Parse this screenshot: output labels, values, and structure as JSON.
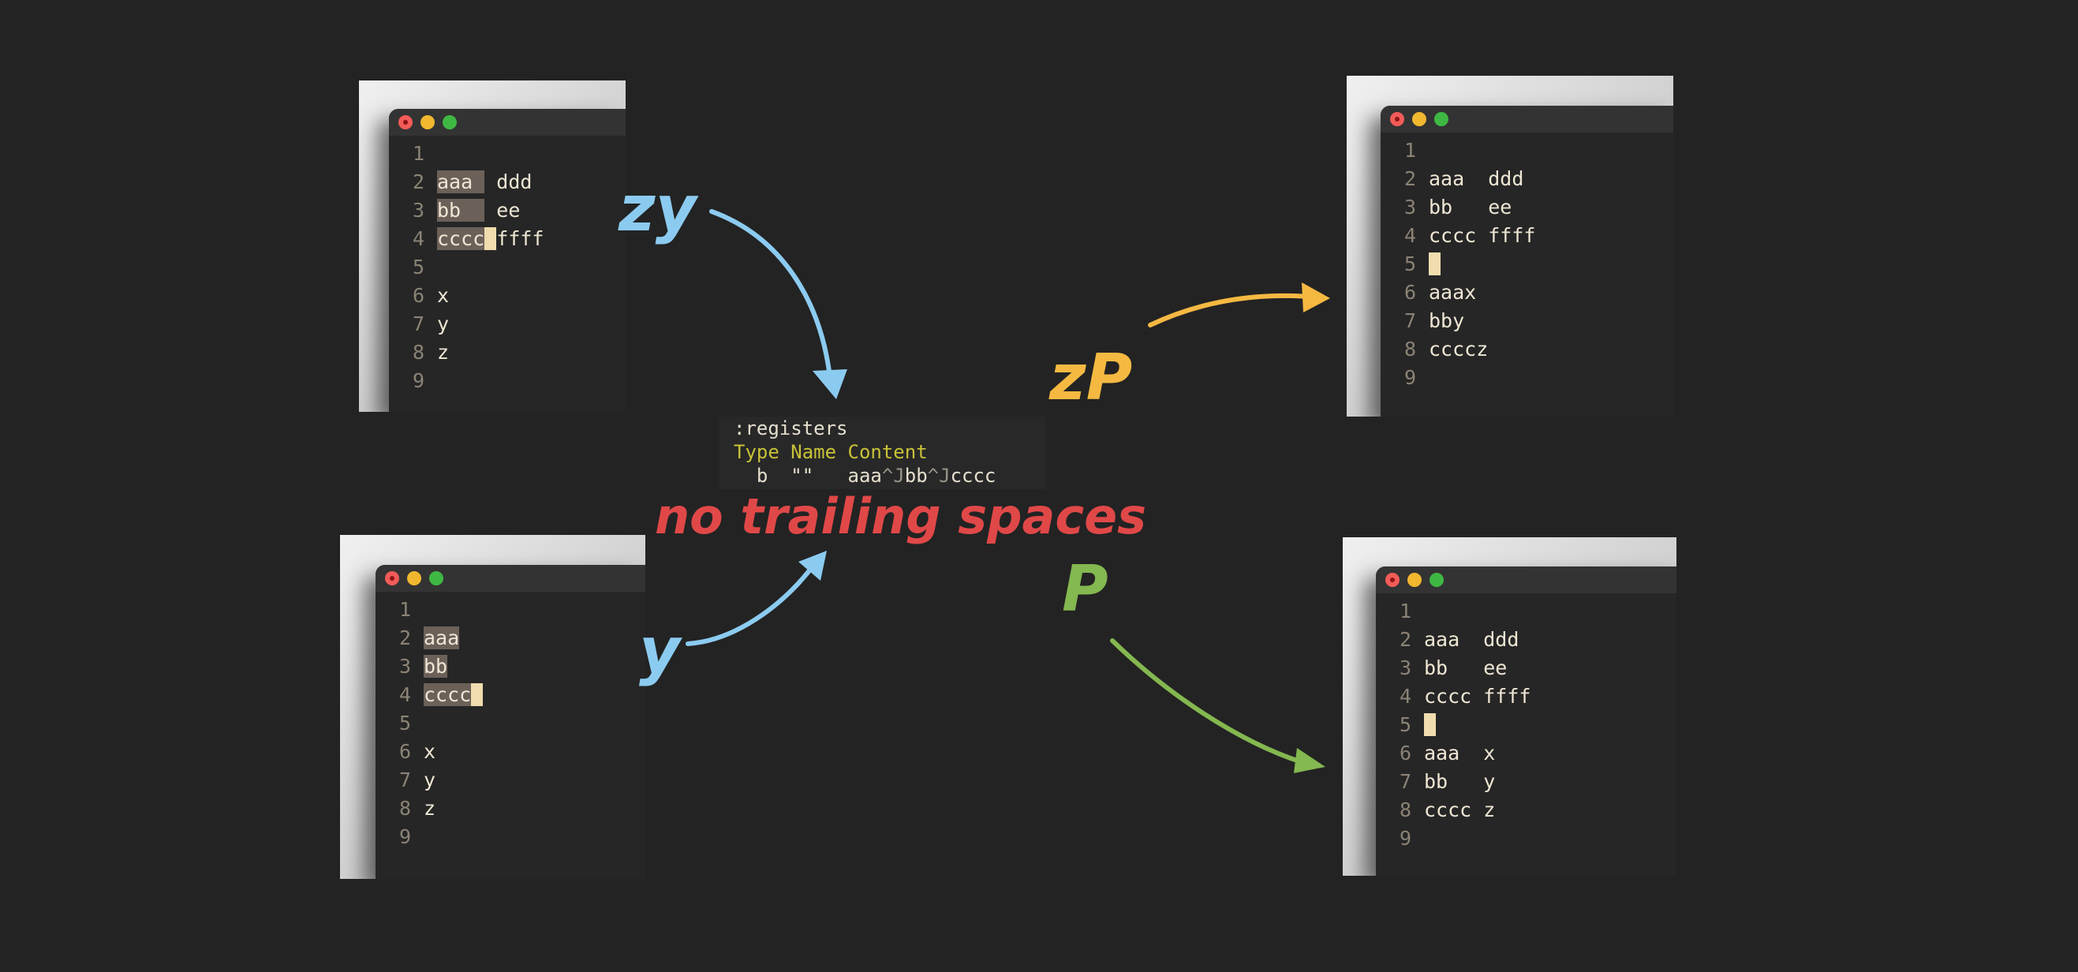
{
  "windows": [
    {
      "id": "top-left",
      "lines": [
        {
          "n": "1",
          "segs": []
        },
        {
          "n": "2",
          "segs": [
            {
              "t": "aaa ",
              "s": "hl"
            },
            {
              "t": " ddd",
              "s": "txt"
            }
          ]
        },
        {
          "n": "3",
          "segs": [
            {
              "t": "bb  ",
              "s": "hl"
            },
            {
              "t": " ee",
              "s": "txt"
            }
          ]
        },
        {
          "n": "4",
          "segs": [
            {
              "t": "cccc",
              "s": "hl"
            },
            {
              "t": " ",
              "s": "cur"
            },
            {
              "t": "ffff",
              "s": "txt"
            }
          ]
        },
        {
          "n": "5",
          "segs": []
        },
        {
          "n": "6",
          "segs": [
            {
              "t": "x",
              "s": "txt"
            }
          ]
        },
        {
          "n": "7",
          "segs": [
            {
              "t": "y",
              "s": "txt"
            }
          ]
        },
        {
          "n": "8",
          "segs": [
            {
              "t": "z",
              "s": "txt"
            }
          ]
        },
        {
          "n": "9",
          "segs": []
        }
      ]
    },
    {
      "id": "bottom-left",
      "lines": [
        {
          "n": "1",
          "segs": []
        },
        {
          "n": "2",
          "segs": [
            {
              "t": "aaa",
              "s": "hl"
            }
          ]
        },
        {
          "n": "3",
          "segs": [
            {
              "t": "bb",
              "s": "hl"
            }
          ]
        },
        {
          "n": "4",
          "segs": [
            {
              "t": "cccc",
              "s": "hl"
            },
            {
              "t": " ",
              "s": "cur"
            }
          ]
        },
        {
          "n": "5",
          "segs": []
        },
        {
          "n": "6",
          "segs": [
            {
              "t": "x",
              "s": "txt"
            }
          ]
        },
        {
          "n": "7",
          "segs": [
            {
              "t": "y",
              "s": "txt"
            }
          ]
        },
        {
          "n": "8",
          "segs": [
            {
              "t": "z",
              "s": "txt"
            }
          ]
        },
        {
          "n": "9",
          "segs": []
        }
      ]
    },
    {
      "id": "top-right",
      "lines": [
        {
          "n": "1",
          "segs": []
        },
        {
          "n": "2",
          "segs": [
            {
              "t": "aaa  ddd",
              "s": "txt"
            }
          ]
        },
        {
          "n": "3",
          "segs": [
            {
              "t": "bb   ee",
              "s": "txt"
            }
          ]
        },
        {
          "n": "4",
          "segs": [
            {
              "t": "cccc ffff",
              "s": "txt"
            }
          ]
        },
        {
          "n": "5",
          "segs": [
            {
              "t": " ",
              "s": "cur"
            }
          ]
        },
        {
          "n": "6",
          "segs": [
            {
              "t": "aaax",
              "s": "txt"
            }
          ]
        },
        {
          "n": "7",
          "segs": [
            {
              "t": "bby",
              "s": "txt"
            }
          ]
        },
        {
          "n": "8",
          "segs": [
            {
              "t": "ccccz",
              "s": "txt"
            }
          ]
        },
        {
          "n": "9",
          "segs": []
        }
      ]
    },
    {
      "id": "bottom-right",
      "lines": [
        {
          "n": "1",
          "segs": []
        },
        {
          "n": "2",
          "segs": [
            {
              "t": "aaa  ddd",
              "s": "txt"
            }
          ]
        },
        {
          "n": "3",
          "segs": [
            {
              "t": "bb   ee",
              "s": "txt"
            }
          ]
        },
        {
          "n": "4",
          "segs": [
            {
              "t": "cccc ffff",
              "s": "txt"
            }
          ]
        },
        {
          "n": "5",
          "segs": [
            {
              "t": " ",
              "s": "cur"
            }
          ]
        },
        {
          "n": "6",
          "segs": [
            {
              "t": "aaa  x",
              "s": "txt"
            }
          ]
        },
        {
          "n": "7",
          "segs": [
            {
              "t": "bb   y",
              "s": "txt"
            }
          ]
        },
        {
          "n": "8",
          "segs": [
            {
              "t": "cccc z",
              "s": "txt"
            }
          ]
        },
        {
          "n": "9",
          "segs": []
        }
      ]
    }
  ],
  "registers": {
    "command": ":registers",
    "header": "Type Name Content",
    "row_prefix": "  b  \"\"   aaa",
    "ctl1": "^J",
    "mid": "bb",
    "ctl2": "^J",
    "suffix": "cccc"
  },
  "annotations": {
    "zy": "zy",
    "y": "y",
    "zP": "zP",
    "P": "P",
    "caption": "no trailing spaces"
  },
  "colors": {
    "background": "#232323",
    "blue": "#8ccbf0",
    "orange": "#f5b942",
    "green": "#84b850",
    "red": "#e04848",
    "selection": "#6b6159",
    "cursor": "#f0dcae"
  }
}
